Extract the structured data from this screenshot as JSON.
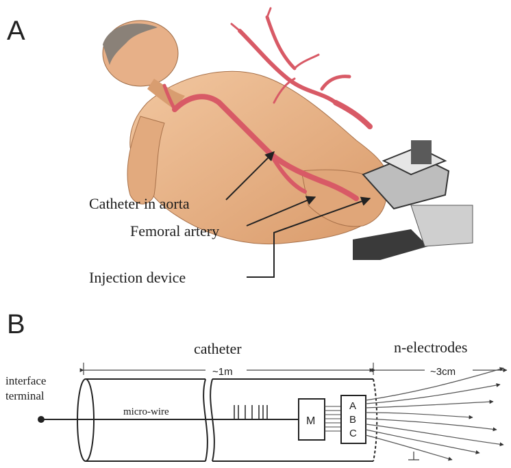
{
  "panel_a": {
    "letter": "A",
    "labels": {
      "catheter_in_aorta": "Catheter in aorta",
      "femoral_artery": "Femoral artery",
      "injection_device": "Injection device"
    }
  },
  "panel_b": {
    "letter": "B",
    "labels": {
      "catheter": "catheter",
      "catheter_length": "~1m",
      "n_electrodes": "n-electrodes",
      "electrode_length": "~3cm",
      "interface_line1": "interface",
      "interface_line2": "terminal",
      "micro_wire": "micro-wire",
      "module_m": "M",
      "module_a": "A",
      "module_b": "B",
      "module_c": "C"
    }
  },
  "colors": {
    "skin": "#e9b48a",
    "skin_shadow": "#c98a5c",
    "artery": "#d85a66",
    "line": "#222222",
    "device_dark": "#3a3a3a",
    "device_light": "#cfcfcf"
  }
}
